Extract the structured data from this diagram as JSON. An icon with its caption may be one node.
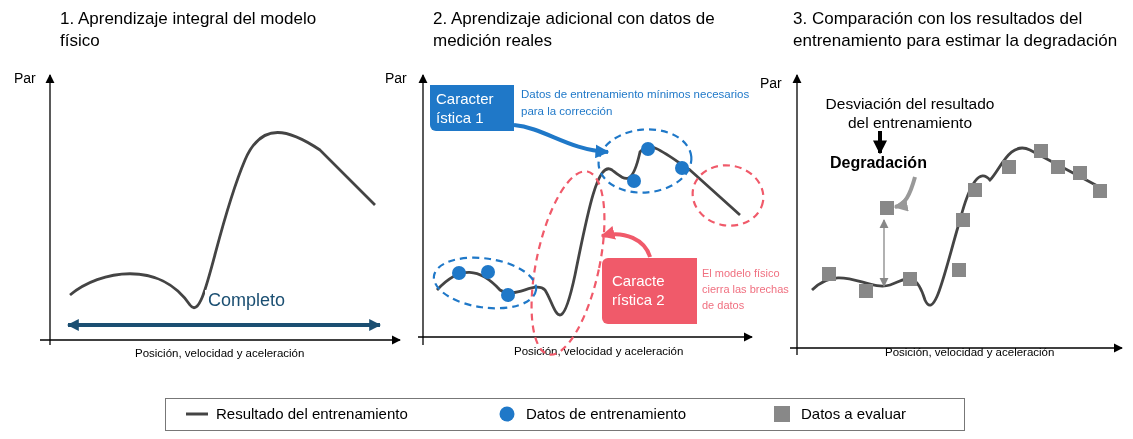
{
  "diagram": {
    "nodes": [
      {
        "text": [
          "Caracter ística 1"
        ],
        "beside": [
          "Datos de entrenamiento mínimos necesarios para la corrección"
        ]
      },
      {
        "text": [],
        "shape": "ellipse"
      },
      {
        "text": [
          "Caracte rística 2"
        ],
        "beside": [
          "El modelo físico cierra las brechas de datos"
        ]
      },
      {
        "text": [],
        "shape": "ellipse"
      },
      {
        "text": [
          "Desviación del resultado del entrenamiento"
        ]
      },
      {
        "text": [
          "Degradación"
        ]
      },
      {
        "text": [],
        "shape": "box"
      },
      {
        "text": [],
        "shape": "ellipse"
      },
      {
        "text": [],
        "shape": "ellipse"
      }
    ],
    "edges": [
      {
        "from": 0,
        "to": 1,
        "arrow": "to",
        "color": "#1f78c8"
      },
      {
        "from": 2,
        "to": 3,
        "arrow": "to",
        "color": "#f05a6a"
      },
      {
        "from": 4,
        "to": 5,
        "arrow": "to",
        "color": "#000000"
      },
      {
        "from": 5,
        "to": 6,
        "arrow": "to",
        "color": "#999999"
      }
    ],
    "labels": [
      "1. Aprendizaje integral del modelo físico",
      "Par",
      "Completo",
      "Posición, velocidad y aceleración",
      "2. Aprendizaje adicional con datos de medición reales",
      "Par",
      "Posición, velocidad y aceleración",
      "3.  Comparación con los resultados del entrenamiento para estimar la degradación",
      "Par",
      "Posición, velocidad y aceleración"
    ],
    "legend": [
      {
        "text": "Resultado del entrenamiento"
      },
      {
        "text": "Datos de entrenamiento"
      },
      {
        "text": "Datos a evaluar"
      }
    ]
  }
}
